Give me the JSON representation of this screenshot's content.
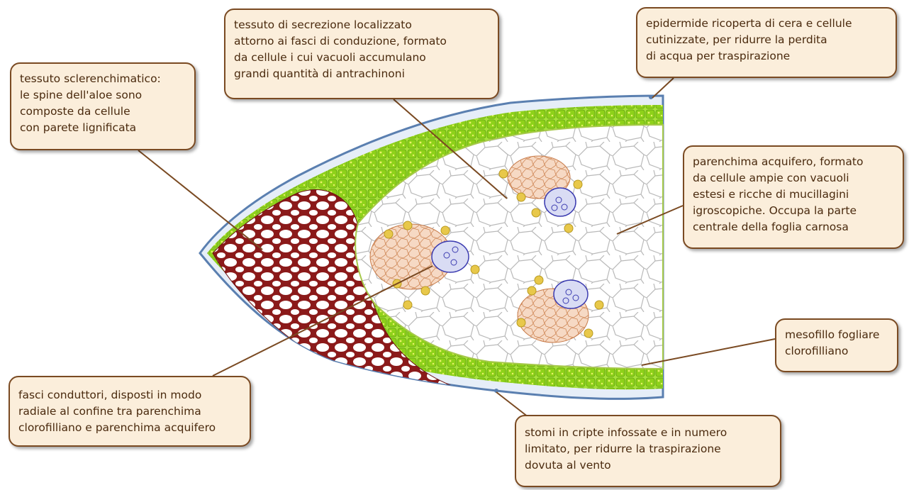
{
  "callouts": {
    "sclerenchyma": "tessuto sclerenchimatico:\nle spine dell'aloe sono\ncomposte da cellule\ncon parete lignificata",
    "secretion": "tessuto di secrezione localizzato\nattorno ai fasci di conduzione, formato\nda cellule i cui vacuoli accumulano\ngrandi quantità di antrachinoni",
    "epidermis": "epidermide ricoperta di cera e cellule\ncutinizzate, per ridurre la perdita\ndi acqua per traspirazione",
    "water_parenchyma": "parenchima acquifero, formato\nda cellule ampie con vacuoli\nestesi e ricche di mucillagini\nigroscopiche. Occupa la parte\ncentrale della foglia carnosa",
    "mesophyll": "mesofillo fogliare\nclorofilliano",
    "bundles": "fasci conduttori, disposti in modo\nradiale al confine tra parenchima\nclorofilliano e parenchima acquifero",
    "stomata": "stomi in cripte infossate e in numero\nlimitato, per ridurre la traspirazione\ndovuta al vento"
  },
  "colors": {
    "callout_fill": "#fbeedb",
    "callout_border": "#7a4a22",
    "callout_text": "#4a2a0e",
    "sclerenchyma": "#8b1a1a",
    "mesophyll": "#8ed11a",
    "epidermis": "#5a7fb0",
    "parenchyma_line": "#b9b9b9",
    "bundle_tissue": "#d08a5a",
    "xylem": "#3b3bb0",
    "secretion_cell": "#e8c84a"
  }
}
